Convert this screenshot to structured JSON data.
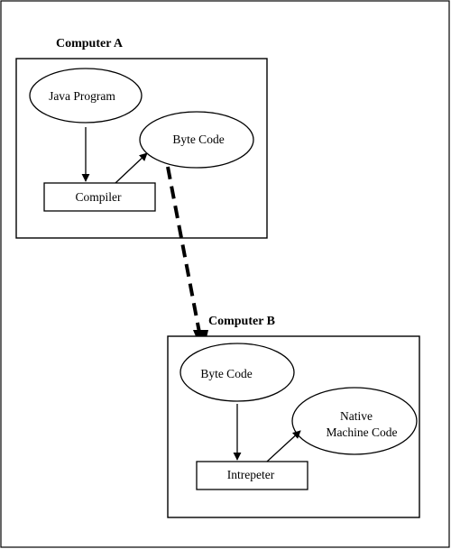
{
  "computer_a": {
    "title": "Computer A",
    "java_program": "Java Program",
    "byte_code": "Byte Code",
    "compiler": "Compiler"
  },
  "computer_b": {
    "title": "Computer B",
    "byte_code": "Byte Code",
    "native_line1": "Native",
    "native_line2": "Machine Code",
    "intrepeter": "Intrepeter"
  }
}
